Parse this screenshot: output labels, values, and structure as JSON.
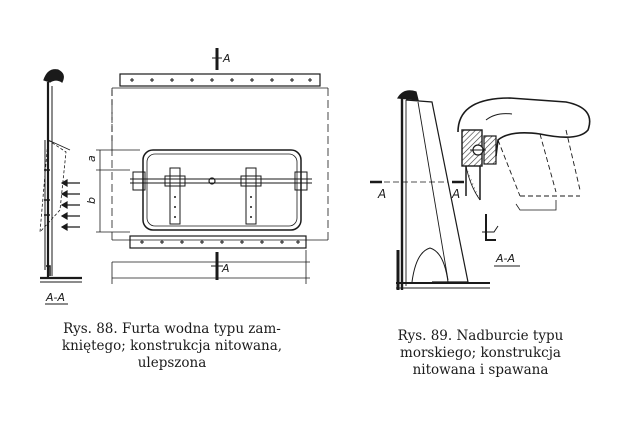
{
  "figure88": {
    "caption_line1": "Rys. 88. Furta wodna typu zam-",
    "caption_line2": "kniętego; konstrukcja nitowana,",
    "caption_line3": "ulepszona",
    "label_section_top": "A",
    "label_section_bottom": "A",
    "label_dim_a": "a",
    "label_dim_b": "b",
    "label_view": "A-A"
  },
  "figure89": {
    "caption_line1": "Rys. 89. Nadburcie typu",
    "caption_line2": "morskiego; konstrukcja",
    "caption_line3": "nitowana i spawana",
    "label_section_left": "A",
    "label_section_right": "A",
    "label_view": "A-A"
  },
  "colors": {
    "ink": "#1a1a1a",
    "paper": "#ffffff",
    "hatch": "#555555"
  }
}
